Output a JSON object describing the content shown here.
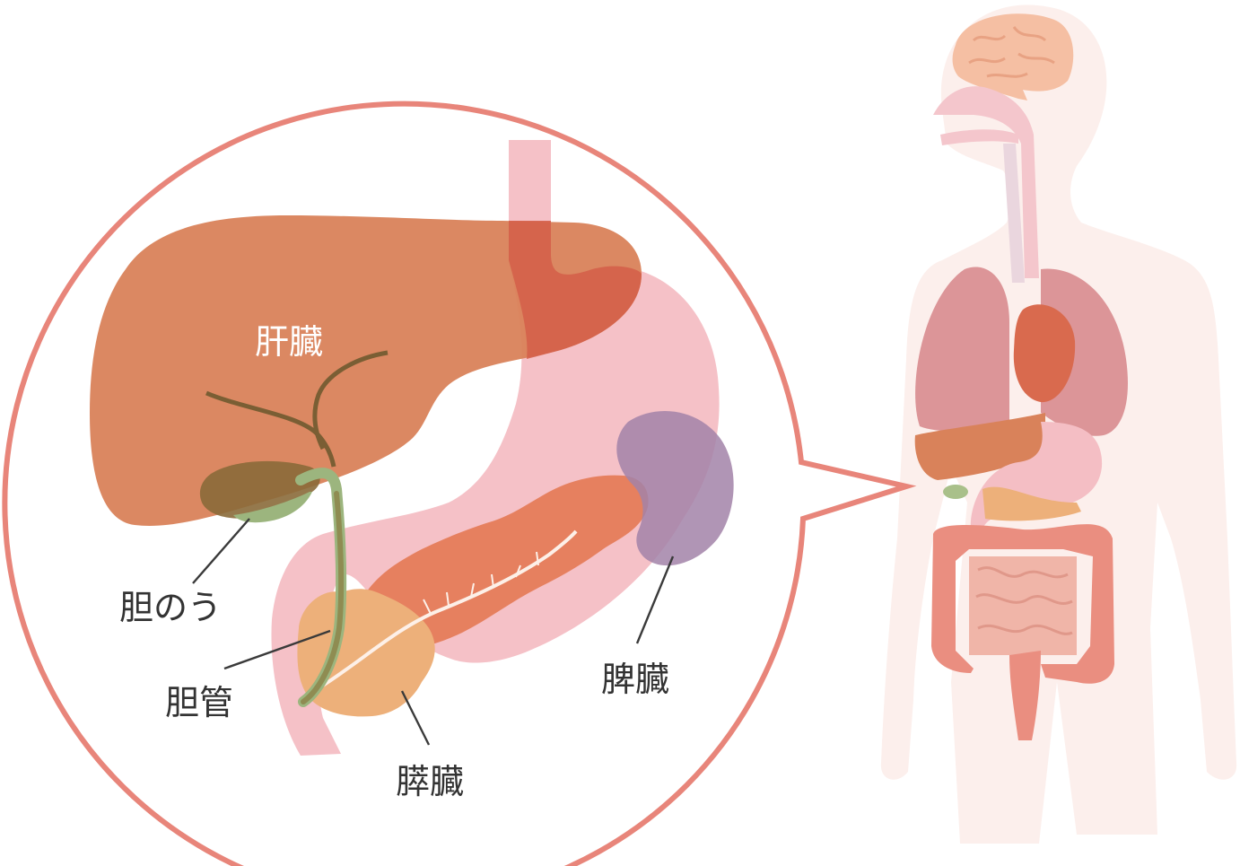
{
  "labels": {
    "liver": "肝臓",
    "gallbladder": "胆のう",
    "bile_duct": "胆管",
    "pancreas": "膵臓",
    "spleen": "脾臓"
  },
  "colors": {
    "callout_border": "#E8857A",
    "liver": "#D9825A",
    "stomach": "#F4BEC4",
    "pancreas_head": "#EDB07A",
    "pancreas_body": "#E6805F",
    "spleen": "#A282A8",
    "gallbladder": "#8A6A3A",
    "bile_duct": "#9CB57E",
    "body_silhouette": "#FCEFEC",
    "brain": "#F5BFA3",
    "lungs": "#DC9598",
    "heart": "#D96A4E",
    "intestine": "#EA8E80"
  }
}
